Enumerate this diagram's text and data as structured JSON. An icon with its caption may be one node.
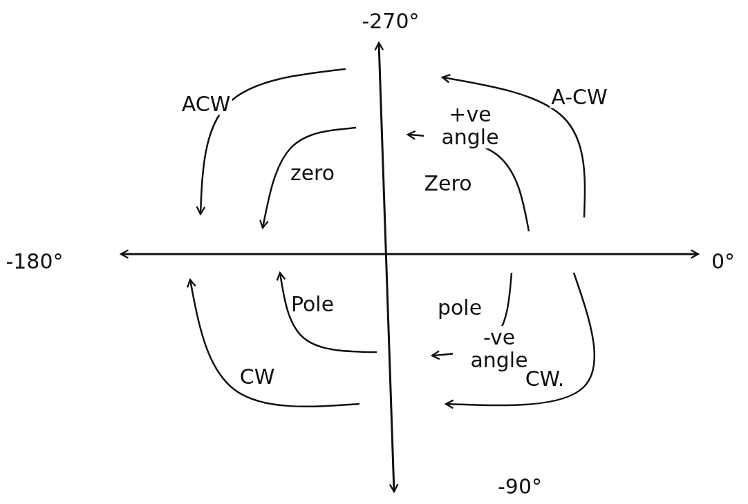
{
  "diagram": {
    "labels": [
      "-270°",
      "ACW",
      "A-CW",
      "+ve angle",
      "zero",
      "Zero",
      "-180°",
      "0°",
      "Pole",
      "pole",
      "-ve angle",
      "CW",
      "CW.",
      "-90°"
    ]
  }
}
